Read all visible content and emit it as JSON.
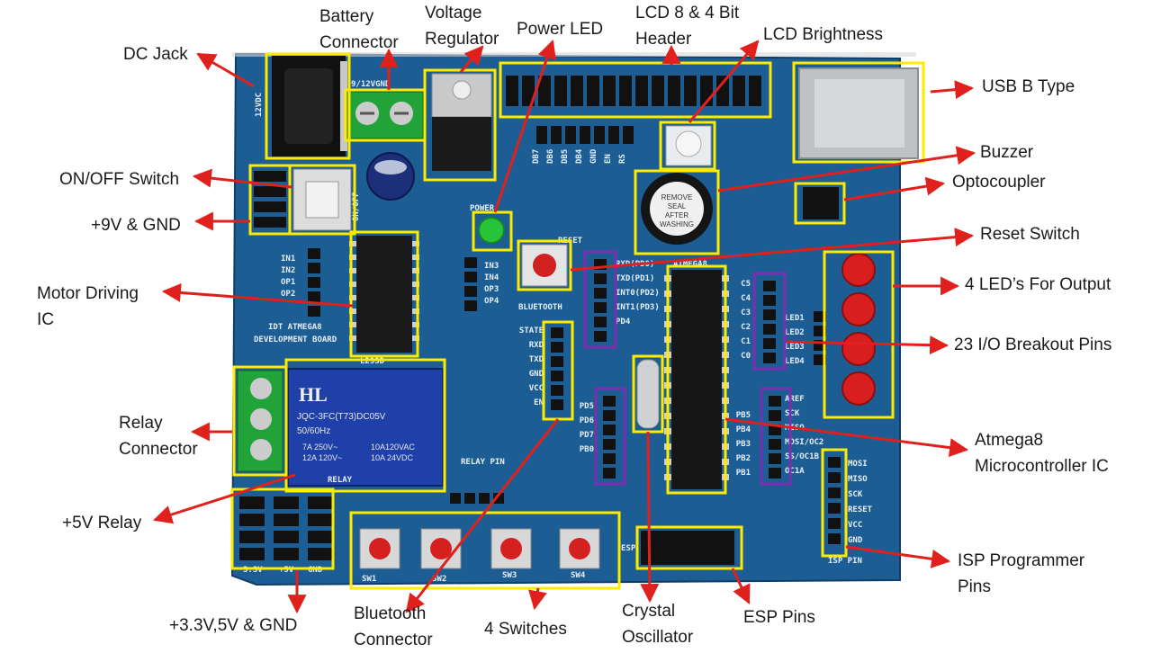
{
  "title": "IDT ATMEGA8 Development Board",
  "colors": {
    "board": "#1c5d93",
    "highlight": "#ffeb00",
    "highlight_purple": "#7a2fb0",
    "arrow": "#e0201c"
  },
  "board_silkscreen": {
    "board_name_1": "IDT ATMEGA8",
    "board_name_2": "DEVELOPMENT BOARD",
    "power": "POWER",
    "reset": "RESET",
    "bluetooth": "BLUETOOTH",
    "relay_pin": "RELAY PIN",
    "isp_pin": "ISP PIN",
    "esp": "ESP",
    "atmega8": "ATMEGA8",
    "l293d": "L293D",
    "relay_brand": "HL",
    "relay_model": "JQC-3FC(T73)DC05V",
    "relay_freq": "50/60Hz",
    "relay_rating_1": "7A 250V~",
    "relay_rating_2": "12A 120V~",
    "relay_rating_3": "10A120VAC",
    "relay_rating_4": "10A 24VDC",
    "relay_word": "RELAY",
    "sw1": "SW1",
    "sw2": "SW2",
    "sw3": "SW3",
    "sw4": "SW4",
    "v33": "3.3V",
    "v5": "+5V",
    "gnd": "GND",
    "buzzer_1": "REMOVE",
    "buzzer_2": "SEAL",
    "buzzer_3": "AFTER",
    "buzzer_4": "WASHING",
    "dc_jack_label": "12VDC",
    "battery_label": "9/12VGND",
    "on_off": "ON/OFF",
    "in_labels": [
      "IN1",
      "IN2",
      "OP1",
      "OP2"
    ],
    "in_labels_2": [
      "IN3",
      "IN4",
      "OP3",
      "OP4"
    ],
    "led_labels": [
      "LED1",
      "LED2",
      "LED3",
      "LED4"
    ],
    "isp_labels": [
      "MOSI",
      "MISO",
      "SCK",
      "RESET",
      "VCC",
      "GND"
    ],
    "bt_labels": [
      "STATE",
      "RXD",
      "TXD",
      "GND",
      "VCC",
      "EN"
    ],
    "port_d_labels": [
      "RXD(PD0)",
      "TXD(PD1)",
      "INT0(PD2)",
      "INT1(PD3)",
      "PD4"
    ],
    "port_d2_labels": [
      "PD5",
      "PD6",
      "PD7",
      "PB0"
    ],
    "port_b_labels": [
      "AREF",
      "SCK",
      "MISO",
      "MOSI/OC2",
      "SS/OC1B",
      "OC1A"
    ],
    "port_b_pins": [
      "PB5",
      "PB4",
      "PB3",
      "PB2",
      "PB1"
    ],
    "port_c_labels": [
      "C5",
      "C4",
      "C3",
      "C2",
      "C1",
      "C0"
    ],
    "lcd_header_labels": [
      "DB7",
      "DB6",
      "DB5",
      "DB4",
      "GND",
      "EN",
      "RS"
    ]
  },
  "callouts": [
    {
      "id": "dc-jack",
      "lines": [
        "DC Jack"
      ]
    },
    {
      "id": "battery-connector",
      "lines": [
        "Battery",
        "Connector"
      ]
    },
    {
      "id": "voltage-regulator",
      "lines": [
        "Voltage",
        "Regulator"
      ]
    },
    {
      "id": "power-led",
      "lines": [
        "Power LED"
      ]
    },
    {
      "id": "lcd-header",
      "lines": [
        "LCD 8 & 4 Bit",
        "Header"
      ]
    },
    {
      "id": "lcd-brightness",
      "lines": [
        "LCD Brightness"
      ]
    },
    {
      "id": "usb-b-type",
      "lines": [
        "USB B Type"
      ]
    },
    {
      "id": "buzzer",
      "lines": [
        "Buzzer"
      ]
    },
    {
      "id": "optocoupler",
      "lines": [
        "Optocoupler"
      ]
    },
    {
      "id": "on-off-switch",
      "lines": [
        "ON/OFF Switch"
      ]
    },
    {
      "id": "9v-gnd",
      "lines": [
        "+9V & GND"
      ]
    },
    {
      "id": "reset-switch",
      "lines": [
        "Reset Switch"
      ]
    },
    {
      "id": "motor-driving-ic",
      "lines": [
        "Motor Driving",
        "IC"
      ]
    },
    {
      "id": "4-leds",
      "lines": [
        "4 LED’s For Output"
      ]
    },
    {
      "id": "io-breakout",
      "lines": [
        "23 I/O Breakout Pins"
      ]
    },
    {
      "id": "relay-connector",
      "lines": [
        "Relay",
        "Connector"
      ]
    },
    {
      "id": "atmega8-ic",
      "lines": [
        "Atmega8",
        "Microcontroller IC"
      ]
    },
    {
      "id": "5v-relay",
      "lines": [
        "+5V Relay"
      ]
    },
    {
      "id": "isp-programmer",
      "lines": [
        "ISP Programmer",
        "Pins"
      ]
    },
    {
      "id": "power-rails",
      "lines": [
        "+3.3V,5V & GND"
      ]
    },
    {
      "id": "bluetooth-connector",
      "lines": [
        "Bluetooth",
        "Connector"
      ]
    },
    {
      "id": "4-switches",
      "lines": [
        "4 Switches"
      ]
    },
    {
      "id": "crystal-oscillator",
      "lines": [
        "Crystal",
        "Oscillator"
      ]
    },
    {
      "id": "esp-pins",
      "lines": [
        "ESP Pins"
      ]
    }
  ]
}
